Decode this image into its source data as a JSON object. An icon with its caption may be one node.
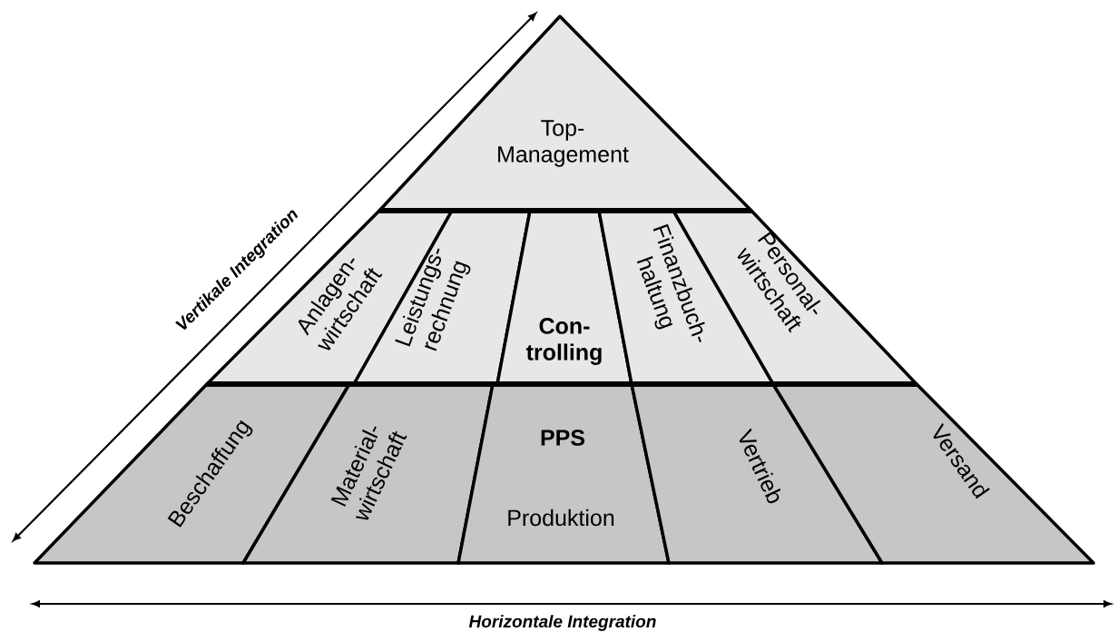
{
  "diagram": {
    "nodes": [
      {
        "text": [
          "Top- Management"
        ]
      },
      {
        "text": [
          "Anlagen- wirtschaft"
        ]
      },
      {
        "text": [
          "Leistungs- rechnung"
        ]
      },
      {
        "text": [
          "Con- trolling"
        ]
      },
      {
        "text": [
          "Finanzbuch- haltung"
        ]
      },
      {
        "text": [
          "Personal- wirtschaft"
        ]
      },
      {
        "text": [
          "Beschaffung"
        ]
      },
      {
        "text": [
          "Material- wirtschaft"
        ]
      },
      {
        "text": [
          "PPS",
          "Produktion"
        ]
      },
      {
        "text": [
          "Vertrieb"
        ]
      },
      {
        "text": [
          "Versand"
        ]
      }
    ],
    "labels": [
      "Vertikale Integration",
      "Horizontale Integration"
    ]
  }
}
